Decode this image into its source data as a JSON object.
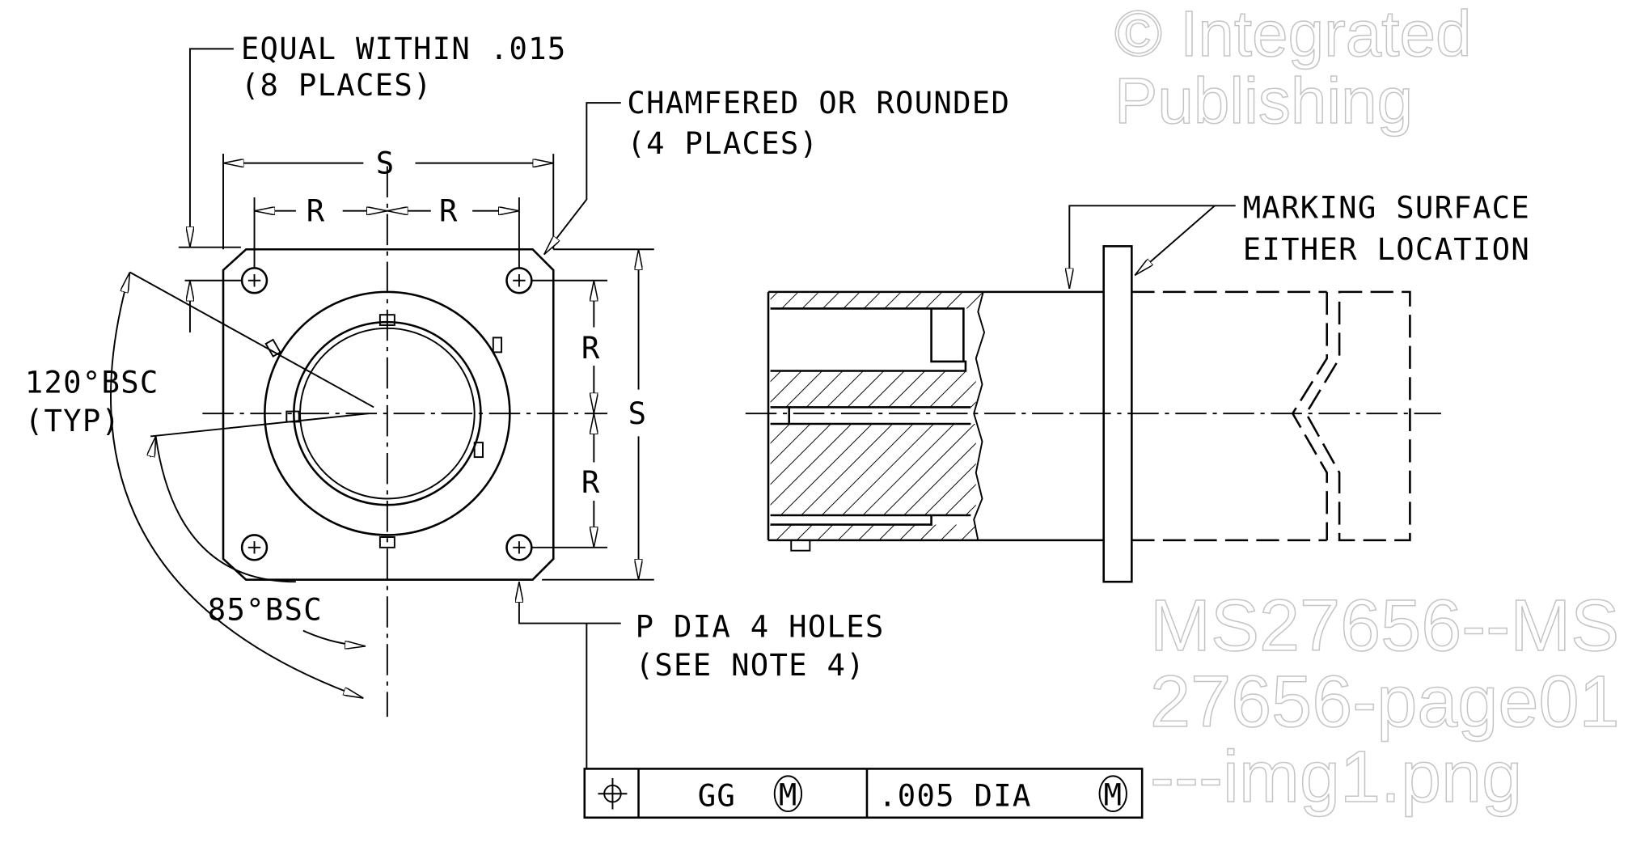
{
  "notes": {
    "equal_within_line1": "EQUAL WITHIN .015",
    "equal_within_line2": "(8 PLACES)",
    "chamfered_line1": "CHAMFERED OR ROUNDED",
    "chamfered_line2": "(4 PLACES)",
    "marking_line1": "MARKING SURFACE",
    "marking_line2": "EITHER LOCATION",
    "holes_line1": "P DIA 4 HOLES",
    "holes_line2": "(SEE NOTE 4)",
    "angle_120_line1": "120°BSC",
    "angle_120_line2": "(TYP)",
    "angle_85": "85°BSC"
  },
  "dimensions": {
    "s_top": "S",
    "r_left": "R",
    "r_right": "R",
    "s_right": "S",
    "r_upper": "R",
    "r_lower": "R"
  },
  "feature_control_frame": {
    "symbol": "position",
    "datum": "GG",
    "datum_modifier": "M",
    "tolerance": ".005 DIA",
    "tolerance_modifier": "M"
  },
  "watermark": {
    "line1": "© Integrated Publishing",
    "line2": "MS27656--MS27656-page01---img1.png"
  }
}
